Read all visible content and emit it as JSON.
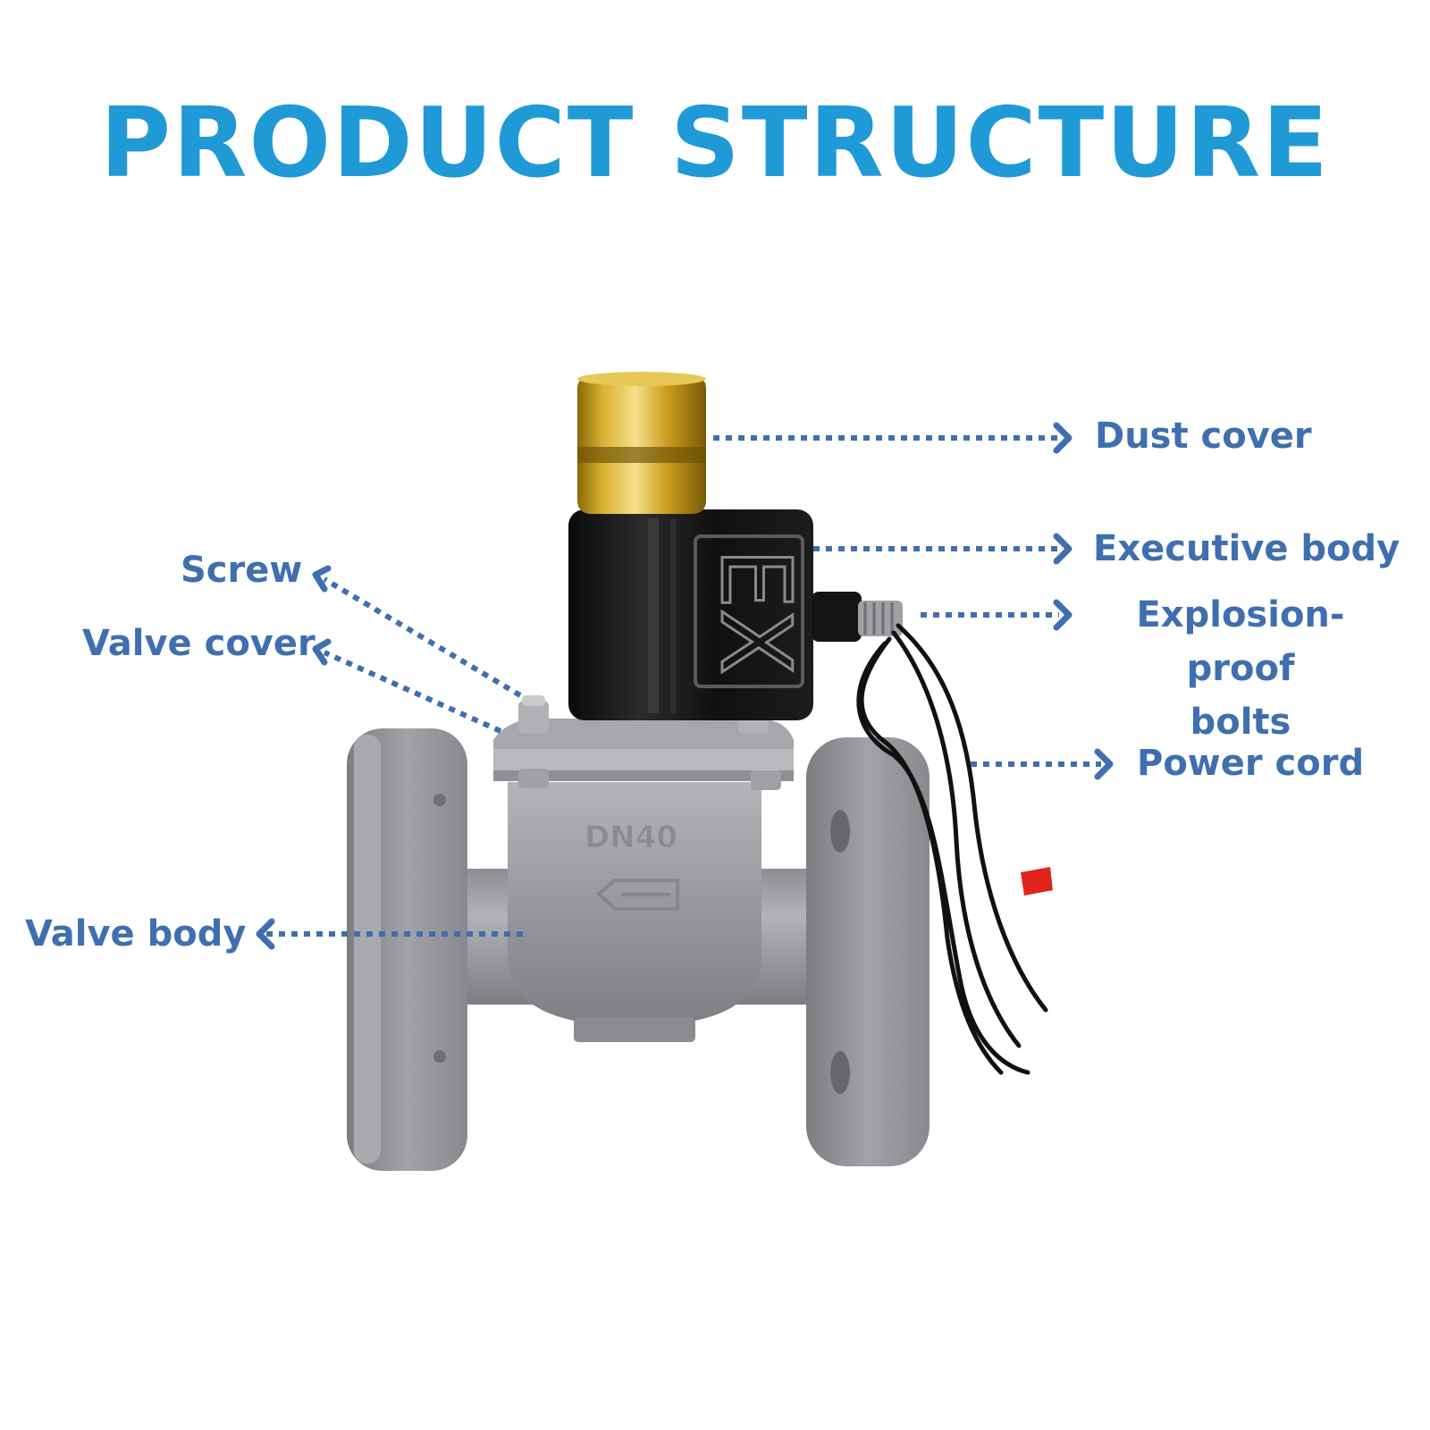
{
  "title": "PRODUCT STRUCTURE",
  "colors": {
    "title": "#1f9ad6",
    "label": "#3f6fae",
    "leader": "#3f6fae",
    "brass": "#c9a020",
    "coil": "#161616",
    "body": "#8f9094"
  },
  "product_markings": {
    "coil": "EX",
    "size": "DN40"
  },
  "labels": {
    "dust_cover": "Dust cover",
    "executive_body": "Executive body",
    "explosion_proof_bolts": "Explosion-proof\nbolts",
    "power_cord": "Power cord",
    "screw": "Screw",
    "valve_cover": "Valve cover",
    "valve_body": "Valve body"
  }
}
